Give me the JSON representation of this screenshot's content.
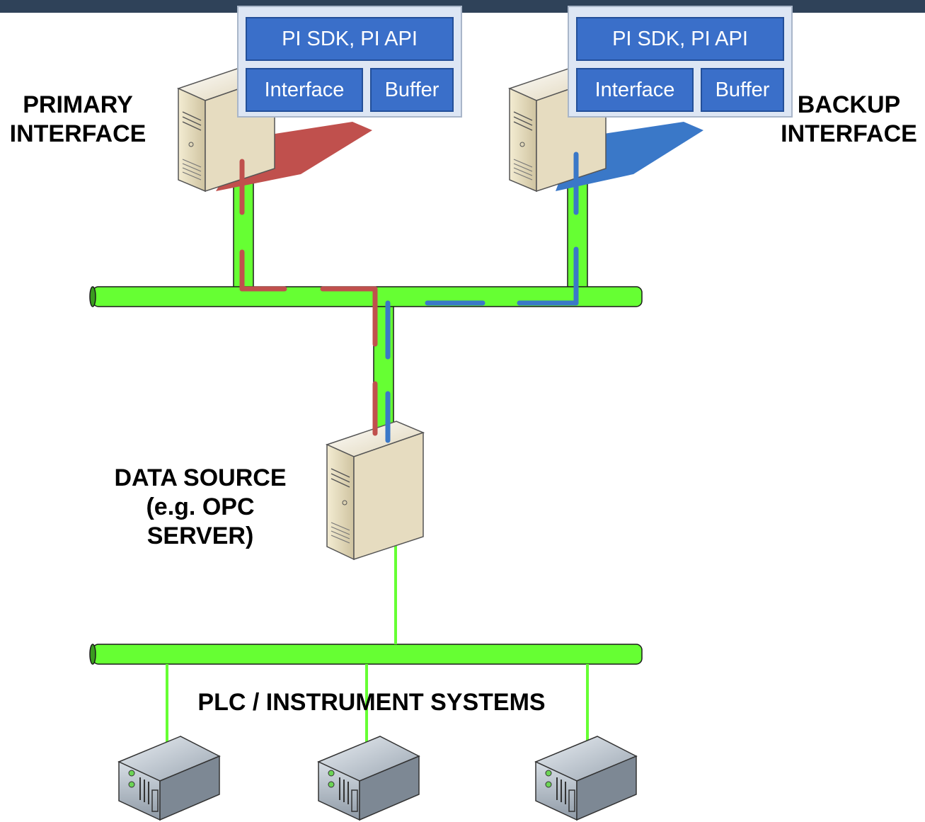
{
  "labels": {
    "primary": [
      "PRIMARY",
      "INTERFACE"
    ],
    "backup": [
      "BACKUP",
      "INTERFACE"
    ],
    "data_source": [
      "DATA SOURCE",
      "(e.g. OPC",
      "SERVER)"
    ],
    "plc": "PLC / INSTRUMENT SYSTEMS"
  },
  "stacks": {
    "primary": {
      "top": "PI SDK, PI API",
      "left": "Interface",
      "right": "Buffer"
    },
    "backup": {
      "top": "PI SDK, PI API",
      "left": "Interface",
      "right": "Buffer"
    }
  },
  "colors": {
    "network": "#66ff33",
    "primary_path": "#c0504d",
    "backup_path": "#3a78c8",
    "block": "#3a6fc9",
    "header_bar": "#2f4259"
  }
}
